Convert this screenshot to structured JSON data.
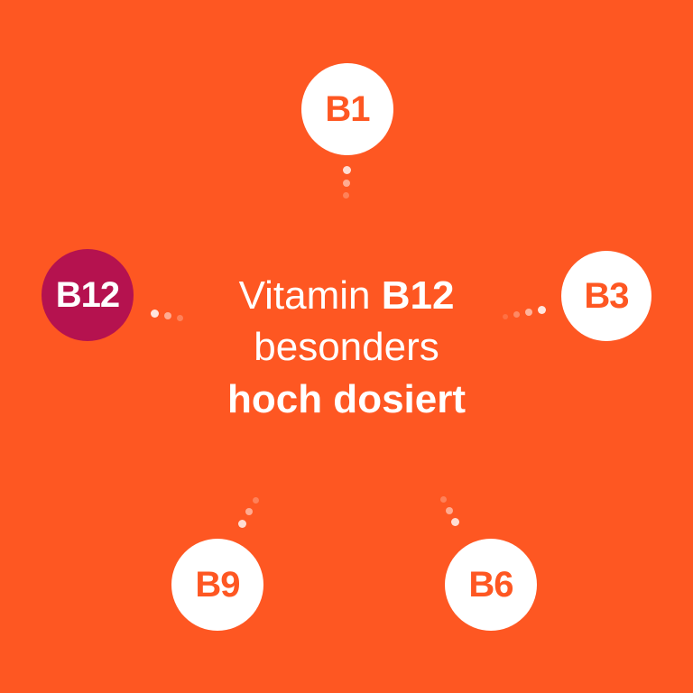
{
  "colors": {
    "background": "#FE5722",
    "node_fill": "#FFFFFF",
    "node_text": "#FE5722",
    "highlight_fill": "#B5124F",
    "highlight_text": "#FFFFFF"
  },
  "center": {
    "line1_prefix": "Vitamin ",
    "line1_bold": "B12",
    "line2": "besonders",
    "line3": "hoch dosiert"
  },
  "nodes": [
    {
      "label": "B1",
      "highlighted": false
    },
    {
      "label": "B3",
      "highlighted": false
    },
    {
      "label": "B6",
      "highlighted": false
    },
    {
      "label": "B9",
      "highlighted": false
    },
    {
      "label": "B12",
      "highlighted": true
    }
  ]
}
